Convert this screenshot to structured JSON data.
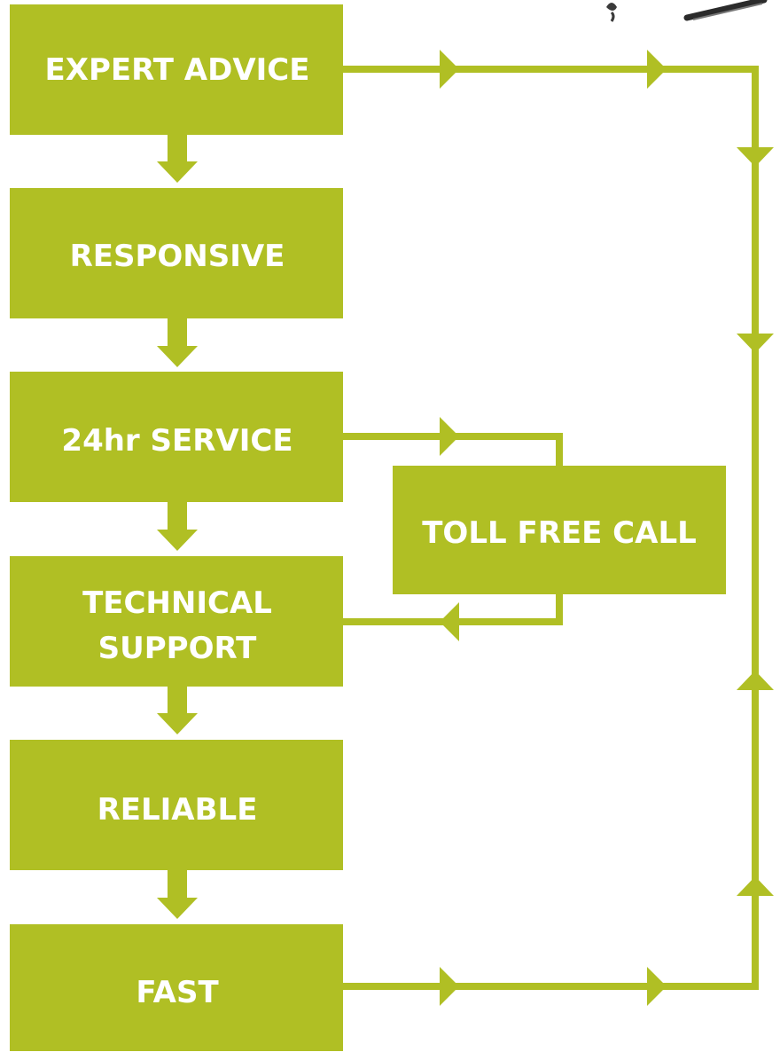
{
  "colors": {
    "accent": "#b0bf24",
    "label": "#ffffff",
    "background": "#ffffff",
    "decor": "#2b2b2b"
  },
  "boxes": {
    "expert_advice": {
      "lines": [
        "EXPERT ADVICE"
      ]
    },
    "responsive": {
      "lines": [
        "RESPONSIVE"
      ]
    },
    "service_24hr": {
      "lines": [
        "24hr SERVICE"
      ]
    },
    "technical_support": {
      "lines": [
        "TECHNICAL",
        "SUPPORT"
      ]
    },
    "reliable": {
      "lines": [
        "RELIABLE"
      ]
    },
    "fast": {
      "lines": [
        "FAST"
      ]
    },
    "toll_free_call": {
      "lines": [
        "TOLL FREE CALL"
      ]
    }
  }
}
